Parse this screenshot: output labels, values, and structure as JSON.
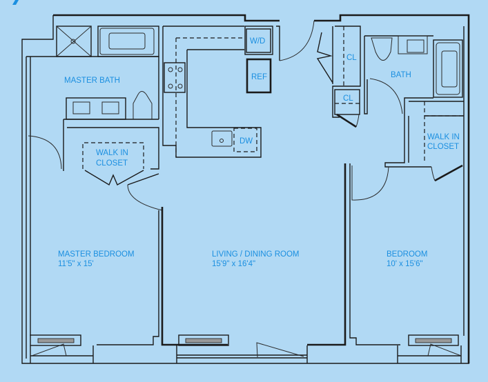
{
  "colors": {
    "background": "#b1d9f4",
    "label": "#1b8fe0",
    "wall": "#1a1a1a"
  },
  "rooms": {
    "master_bath": "MASTER BATH",
    "master_closet": [
      "WALK IN",
      "CLOSET"
    ],
    "washer_dryer": "W/D",
    "refrigerator": "REF",
    "dishwasher": "DW",
    "closet_1": "CL",
    "closet_2": "CL",
    "bath": "BATH",
    "bedroom_closet": [
      "WALK IN",
      "CLOSET"
    ],
    "master_bedroom": {
      "name": "MASTER BEDROOM",
      "size": "11'5\" x 15'"
    },
    "living": {
      "name": "LIVING / DINING ROOM",
      "size": "15'9\" x 16'4\""
    },
    "bedroom": {
      "name": "BEDROOM",
      "size": "10' x 15'6\""
    }
  }
}
